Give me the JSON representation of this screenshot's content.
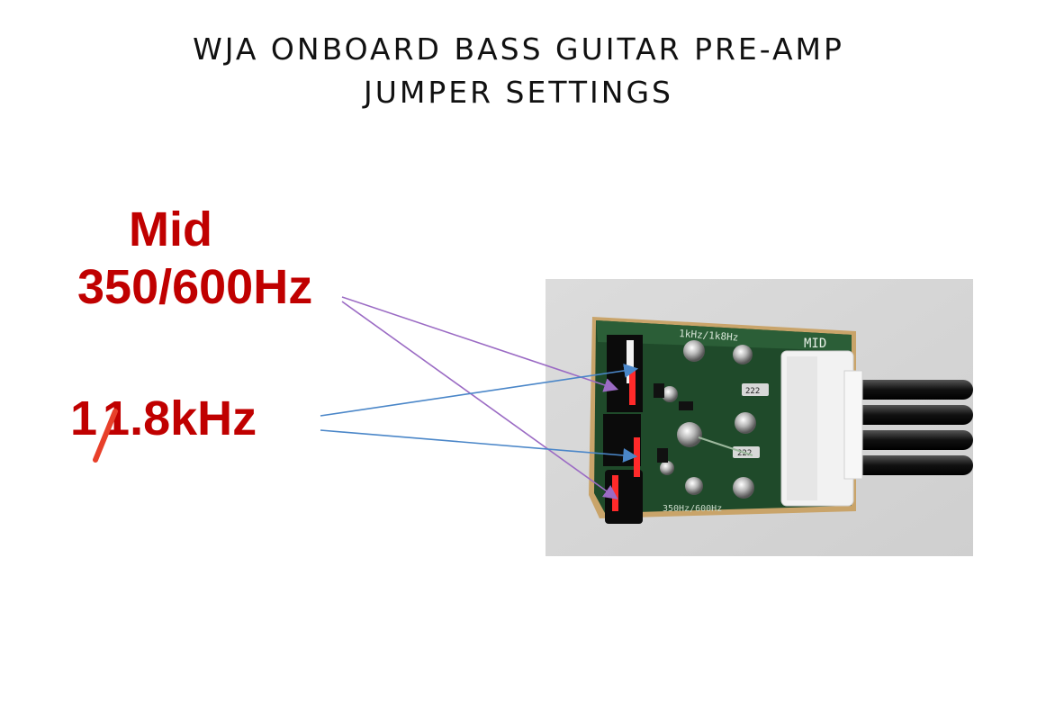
{
  "title": {
    "line1": "WJA ONBOARD BASS GUITAR PRE-AMP",
    "line2": "JUMPER SETTINGS"
  },
  "labels": {
    "mid": "Mid",
    "mid_freq": "350/600Hz",
    "high_freq_one": "1",
    "high_freq_rest": "1.8kHz"
  },
  "board": {
    "silkscreen_top": "1kHz/1k8Hz",
    "silkscreen_mid": "MID",
    "silkscreen_bottom": "350Hz/600Hz",
    "resistor_label_1": "222",
    "resistor_label_2": "222",
    "pcb_color": "#1f4a2a",
    "connector_color": "#f2f2f2"
  },
  "colors": {
    "label_red": "#c00000",
    "arrow_purple": "#9b6bc4",
    "arrow_blue": "#4a86c8",
    "jumper_red": "#ff2a2a"
  }
}
